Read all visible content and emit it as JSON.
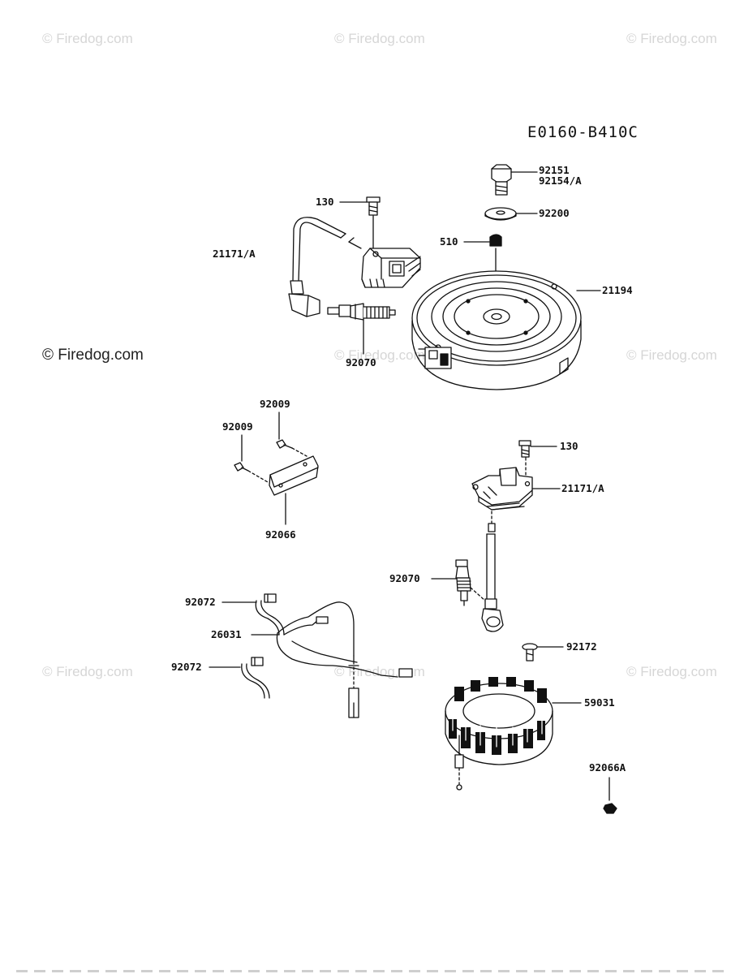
{
  "watermarks": {
    "top_left": "© Firedog.com",
    "top_center": "© Firedog.com",
    "top_right": "© Firedog.com",
    "mid_left": "© Firedog.com",
    "mid_center": "© Firedog.com",
    "mid_right": "© Firedog.com",
    "low_left": "© Firedog.com",
    "low_center": "© Firedog.com",
    "low_right": "© Firedog.com"
  },
  "diagram_code": "E0160-B410C",
  "part_labels": {
    "p92151": "92151",
    "p92154A": "92154/A",
    "p92200": "92200",
    "p510": "510",
    "p130_top": "130",
    "p21171A_top": "21171/A",
    "p21194": "21194",
    "p92070_top": "92070",
    "p92009_a": "92009",
    "p92009_b": "92009",
    "p92066": "92066",
    "p130_right": "130",
    "p21171A_right": "21171/A",
    "p92070_mid": "92070",
    "p92072_a": "92072",
    "p26031": "26031",
    "p92072_b": "92072",
    "p92172": "92172",
    "p59031": "59031",
    "p92066A": "92066A"
  }
}
